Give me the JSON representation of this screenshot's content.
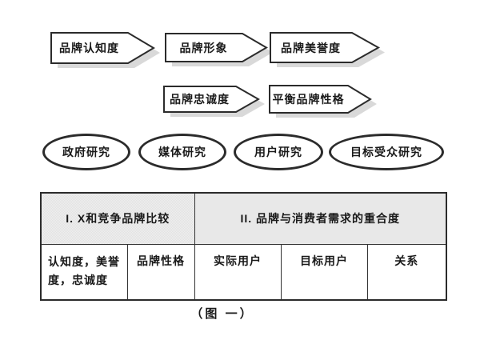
{
  "colors": {
    "background": "#ffffff",
    "shape_border": "#2b2b2b",
    "shape_fill": "#ffffff",
    "shadow": "#d9d9d9",
    "table_header_bg": "#e9e9e9",
    "text": "#1a1a1a"
  },
  "flow_row1": [
    {
      "label": "品牌认知度"
    },
    {
      "label": "品牌形象"
    },
    {
      "label": "品牌美誉度"
    }
  ],
  "flow_row2": [
    {
      "label": "品牌忠诚度"
    },
    {
      "label": "平衡品牌性格"
    }
  ],
  "research": [
    {
      "label": "政府研究"
    },
    {
      "label": "媒体研究"
    },
    {
      "label": "用户研究"
    },
    {
      "label": "目标受众研究"
    }
  ],
  "table": {
    "header": [
      {
        "label": "I.  X和竞争品牌比较"
      },
      {
        "label": "II.  品牌与消费者需求的重合度"
      }
    ],
    "cells": [
      {
        "label": "认知度，美誉度，忠诚度"
      },
      {
        "label": "品牌性格"
      },
      {
        "label": "实际用户"
      },
      {
        "label": "目标用户"
      },
      {
        "label": "关系"
      }
    ]
  },
  "caption": "（图 一）"
}
